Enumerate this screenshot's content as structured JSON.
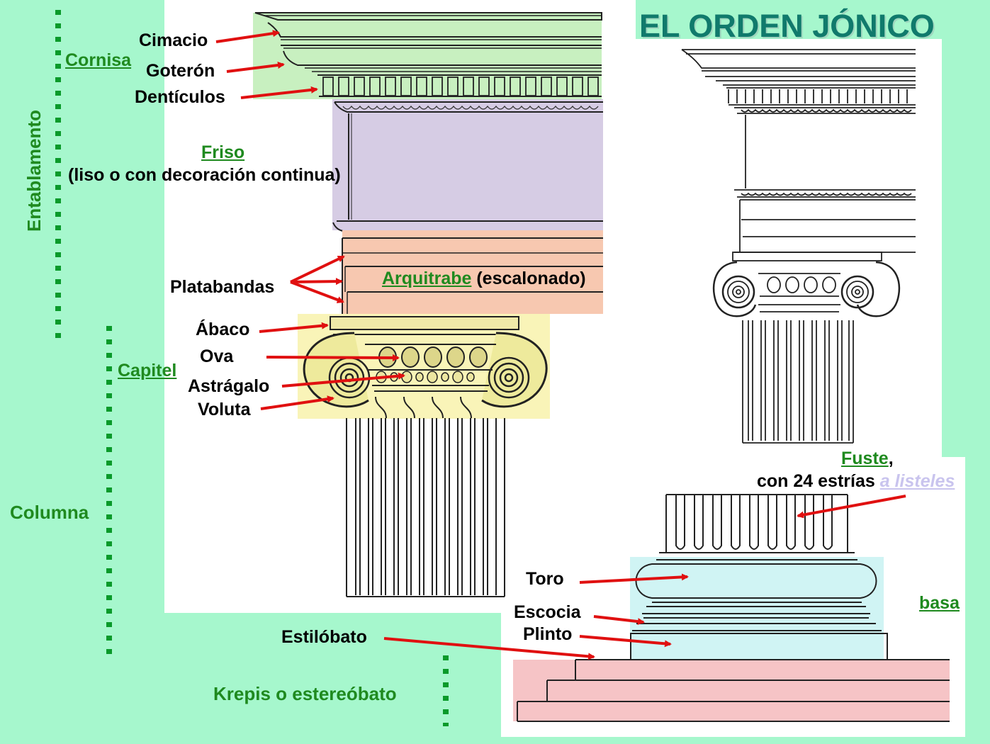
{
  "title": "EL ORDEN JÓNICO",
  "side_labels": {
    "entablamento": "Entablamento",
    "columna": "Columna",
    "cornisa": "Cornisa",
    "capitel": "Capitel",
    "krepis": "Krepis o estereóbato"
  },
  "labels": {
    "cimacio": "Cimacio",
    "goteron": "Goterón",
    "denticulos": "Dentículos",
    "friso": "Friso",
    "friso_desc": "(liso o con decoración continua)",
    "platabandas": "Platabandas",
    "arquitrabe": "Arquitrabe",
    "arquitrabe_desc": "(escalonado)",
    "abaco": "Ábaco",
    "ova": "Ova",
    "astragalo": "Astrágalo",
    "voluta": "Voluta",
    "fuste": "Fuste",
    "fuste_comma": ",",
    "fuste_desc": "con 24 estrías",
    "listeles_link": "a listeles",
    "toro": "Toro",
    "escocia": "Escocia",
    "plinto": "Plinto",
    "basa": "basa",
    "estilobato": "Estilóbato"
  },
  "colors": {
    "background": "#a6f7cd",
    "label_green": "#1f8a1f",
    "arrow": "#e01010",
    "title": "#107a6c",
    "cornisa_zone": "#c8f0c0",
    "friso_zone": "#d6cce4",
    "arquitrabe_zone": "#f7c8b0",
    "capitel_zone": "#f9f4b8",
    "basa_zone": "#d0f4f4",
    "krepis_zone": "#f6c4c6"
  }
}
